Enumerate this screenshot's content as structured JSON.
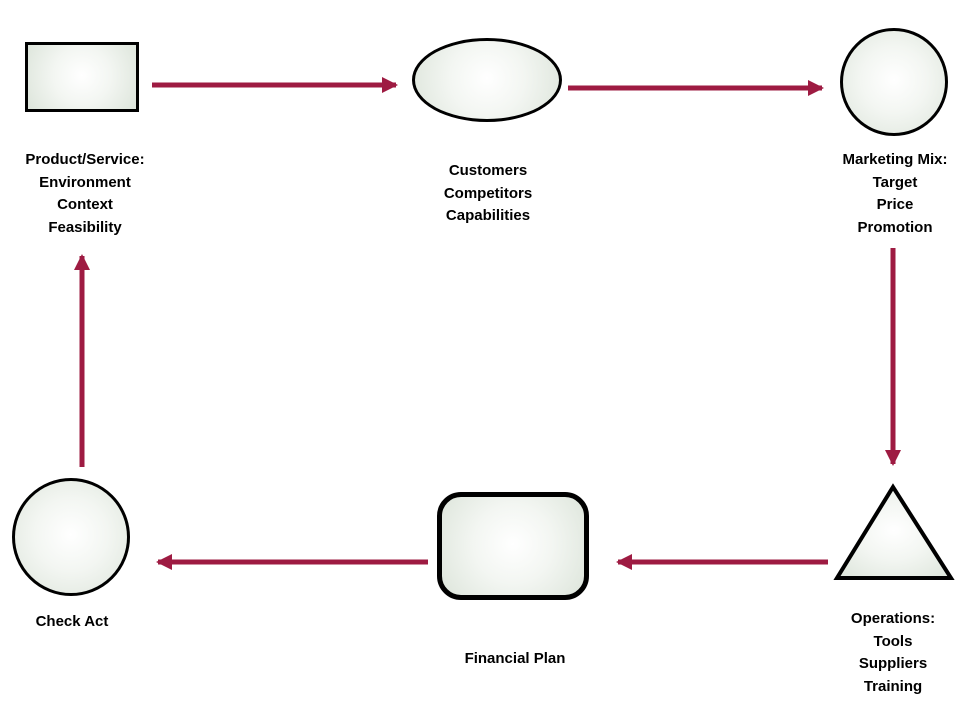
{
  "diagram": {
    "arrow_color": "#9E1B42",
    "shape_border_color": "#000000",
    "text_color": "#000000",
    "nodes": {
      "product": {
        "shape": "rectangle",
        "lines": [
          "Product/Service:",
          "Environment",
          "Context",
          "Feasibility"
        ]
      },
      "customers": {
        "shape": "ellipse",
        "lines": [
          "Customers",
          "Competitors",
          "Capabilities"
        ]
      },
      "marketing": {
        "shape": "circle",
        "lines": [
          "Marketing Mix:",
          "Target",
          "Price",
          "Promotion"
        ]
      },
      "operations": {
        "shape": "triangle",
        "lines": [
          "Operations:",
          "Tools",
          "Suppliers",
          "Training"
        ]
      },
      "financial": {
        "shape": "rounded-rectangle",
        "lines": [
          "Financial Plan"
        ]
      },
      "check": {
        "shape": "circle",
        "lines": [
          "Check Act"
        ]
      }
    },
    "arrows": [
      {
        "from": "product",
        "to": "customers"
      },
      {
        "from": "customers",
        "to": "marketing"
      },
      {
        "from": "marketing",
        "to": "operations"
      },
      {
        "from": "operations",
        "to": "financial"
      },
      {
        "from": "financial",
        "to": "check"
      },
      {
        "from": "check",
        "to": "product"
      }
    ]
  }
}
